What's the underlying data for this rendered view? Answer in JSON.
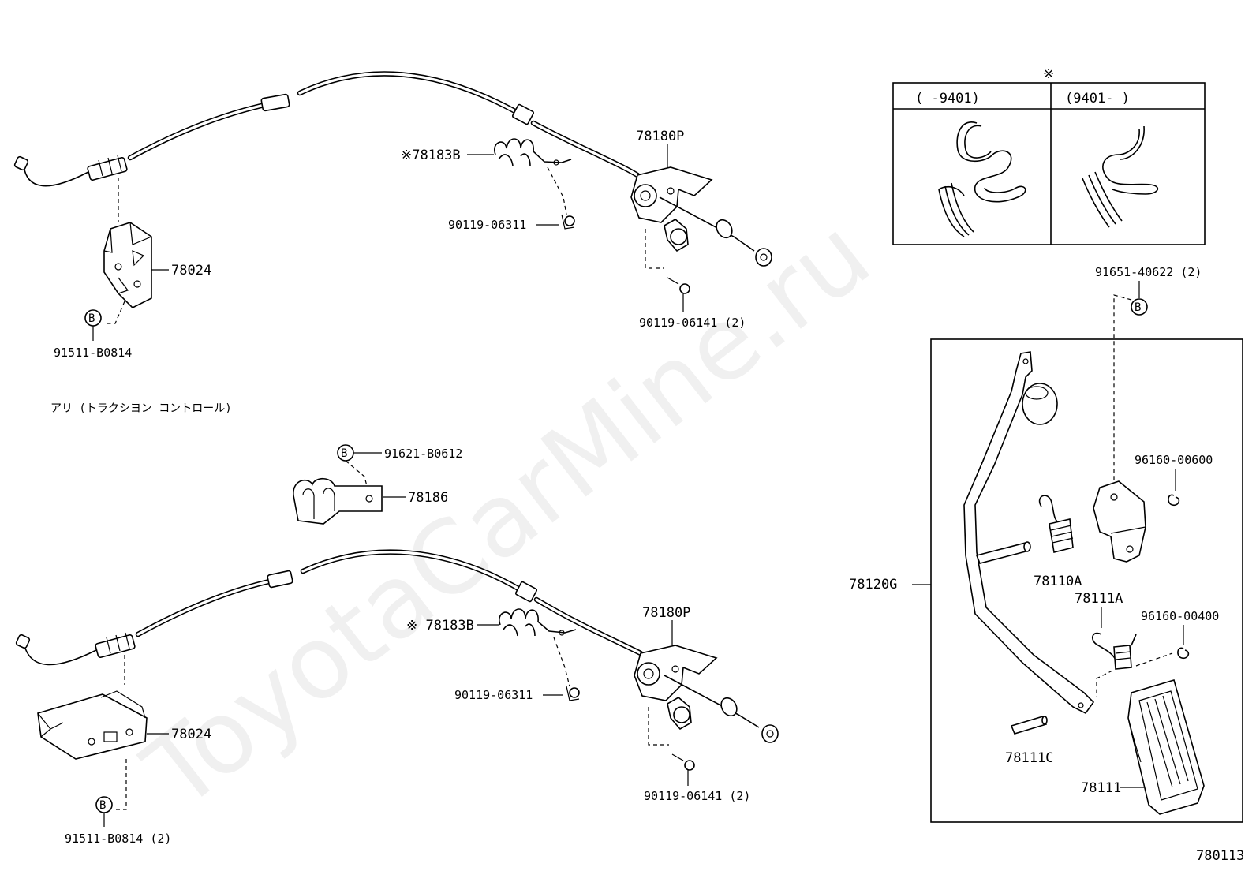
{
  "diagram": {
    "marker": "※",
    "table": {
      "col1": "(      -9401)",
      "col2": "(9401-      )"
    },
    "circle_letter": "B",
    "section_note": "アリ (トラクシヨン  コントロール)",
    "upper": {
      "bracket": "78024",
      "bolt_bracket": "91511-B0814",
      "spring_clip": "※78183B",
      "screw_clip": "90119-06311",
      "throttle_bracket": "78180P",
      "bolts_bracket": "90119-06141 (2)"
    },
    "lower": {
      "clamp_bolt": "91621-B0612",
      "clamp": "78186",
      "spring_clip": "※ 78183B",
      "screw_clip": "90119-06311",
      "throttle_bracket": "78180P",
      "bolts_bracket": "90119-06141 (2)",
      "bracket": "78024",
      "bolt_bracket": "91511-B0814 (2)"
    },
    "pedal": {
      "bolt_top": "91651-40622 (2)",
      "assembly": "78120G",
      "clip_upper": "96160-00600",
      "spring": "78110A",
      "spring_b": "78111A",
      "clip_lower": "96160-00400",
      "pin": "78111C",
      "pad": "78111"
    },
    "figure_id": "780113",
    "watermark": "ToyotaCarMine.ru"
  }
}
